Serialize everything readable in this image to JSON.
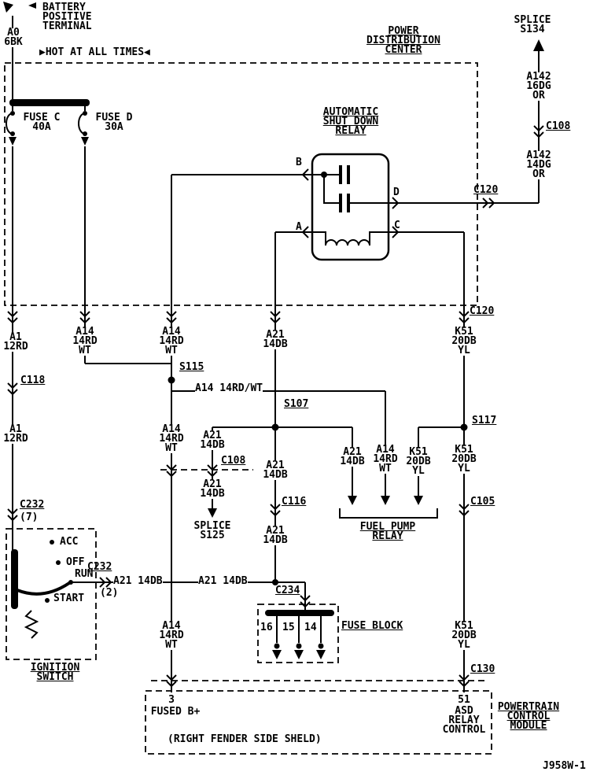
{
  "title_block": {
    "drawing_number": "J958W-1"
  },
  "labels": {
    "battery": "BATTERY\nPOSITIVE\nTERMINAL",
    "hot_at_all_times": "▶HOT AT ALL TIMES◀",
    "power_distribution_center": "POWER\nDISTRIBUTION\nCENTER",
    "automatic_shut_down_relay": "AUTOMATIC\nSHUT DOWN\nRELAY",
    "fuse_c": "FUSE C\n40A",
    "fuse_d": "FUSE D\n30A",
    "splice_s134": "SPLICE\nS134",
    "splice_s125": "SPLICE\nS125",
    "fuel_pump_relay": "FUEL PUMP\nRELAY",
    "fuse_block": "FUSE BLOCK",
    "ignition_switch": "IGNITION\nSWITCH",
    "powertrain_control_module": "POWERTRAIN\nCONTROL\nMODULE",
    "right_fender": "(RIGHT FENDER SIDE SHELD)"
  },
  "wires": {
    "a0": "A0\n6BK",
    "a1": "A1\n12RD",
    "a14": "A14\n14RD\nWT",
    "a14_wt_h": "A14 14RD/WT",
    "a21": "A21\n14DB",
    "a21_h": "A21 14DB",
    "k51": "K51\n20DB\nYL",
    "a142_16": "A142\n16DG\nOR",
    "a142_14": "A142\n14DG\nOR"
  },
  "connectors": {
    "c105": "C105",
    "c108": "C108",
    "c116": "C116",
    "c118": "C118",
    "c120": "C120",
    "c130": "C130",
    "c232": "C232",
    "c232_count7": "(7)",
    "c232_count2": "(2)",
    "c234": "C234"
  },
  "splices": {
    "s115": "S115",
    "s107": "S107",
    "s117": "S117"
  },
  "relay_pins": {
    "a": "A",
    "b": "B",
    "c": "C",
    "d": "D"
  },
  "ignition": {
    "acc": "ACC",
    "off": "OFF",
    "run": "RUN",
    "start": "START"
  },
  "fuse_block_pins": {
    "f16": "16",
    "f15": "15",
    "f14": "14"
  },
  "pcm_pins": {
    "pin3": "3",
    "pin3_name": "FUSED B+",
    "pin51": "51",
    "pin51_name": "ASD\nRELAY\nCONTROL"
  }
}
